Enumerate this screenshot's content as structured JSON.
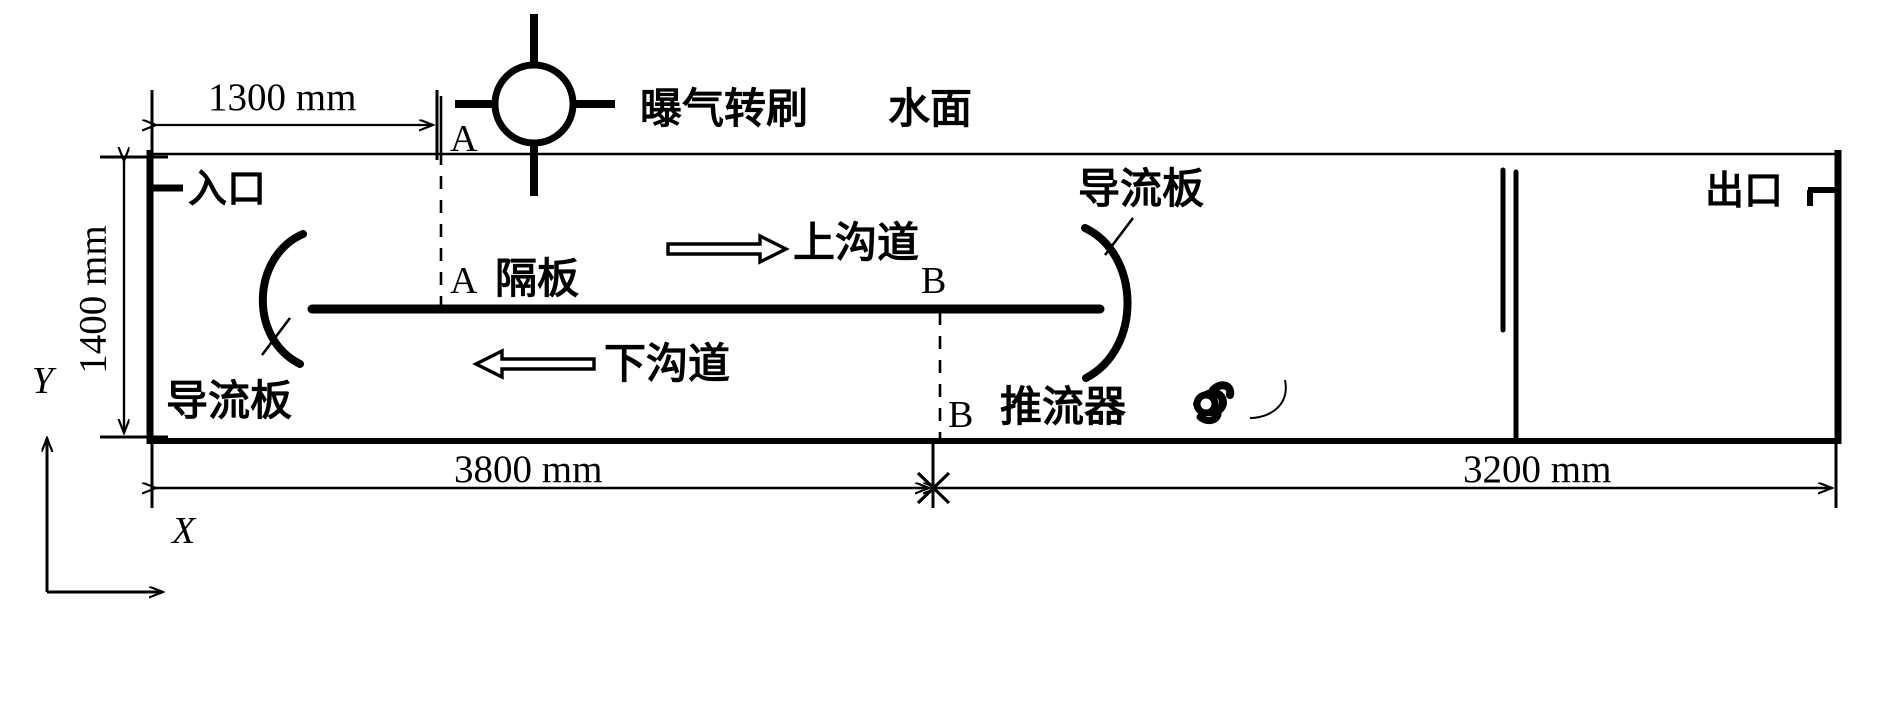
{
  "diagram": {
    "type": "oxidation-ditch-plan-view",
    "title_present": false
  },
  "dimensions": {
    "top_left": "1300 mm",
    "left_vertical": "1400 mm",
    "bottom_left": "3800 mm",
    "bottom_right": "3200 mm"
  },
  "axes": {
    "x_label": "X",
    "y_label": "Y"
  },
  "section_marks": {
    "a_top": "A",
    "a_mid": "A",
    "b_top": "B",
    "b_bottom": "B"
  },
  "labels": {
    "inlet": "入口",
    "outlet": "出口",
    "water_surface": "水面",
    "aeration_brush": "曝气转刷",
    "baffle_plate": "隔板",
    "guide_plate_left": "导流板",
    "guide_plate_right": "导流板",
    "upper_channel": "上沟道",
    "lower_channel": "下沟道",
    "thruster": "推流器"
  },
  "icons": {
    "aeration_rotor": "aeration-rotor-icon",
    "thruster": "thruster-icon",
    "flow_arrow_right": "flow-arrow-right-icon",
    "flow_arrow_left": "flow-arrow-left-icon"
  },
  "colors": {
    "line": "#000000",
    "background": "#ffffff"
  }
}
